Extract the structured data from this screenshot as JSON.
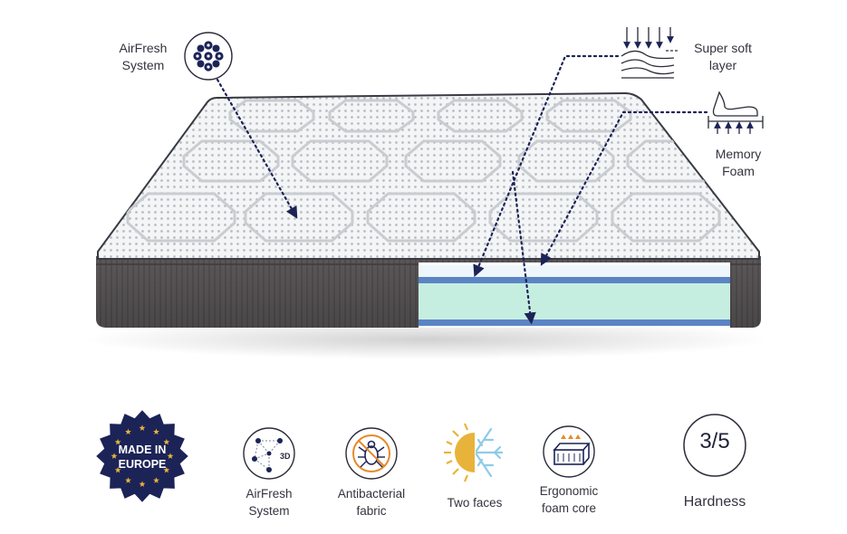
{
  "callouts": {
    "airfresh": {
      "line1": "AirFresh",
      "line2": "System"
    },
    "super_soft": {
      "line1": "Super soft",
      "line2": "layer"
    },
    "memory_foam": {
      "line1": "Memory",
      "line2": "Foam"
    }
  },
  "badge": {
    "line1": "MADE IN",
    "line2": "EUROPE"
  },
  "features": [
    {
      "line1": "AirFresh",
      "line2": "System",
      "icon": "airfresh-3d-icon",
      "icon_text": "3D"
    },
    {
      "line1": "Antibacterial",
      "line2": "fabric",
      "icon": "antibacterial-icon"
    },
    {
      "line1": "Two faces",
      "line2": "",
      "icon": "sun-snowflake-icon"
    },
    {
      "line1": "Ergonomic",
      "line2": "foam core",
      "icon": "foam-core-icon"
    }
  ],
  "hardness": {
    "value": "3/5",
    "label": "Hardness"
  },
  "colors": {
    "navy": "#1c2357",
    "accent_blue": "#5b84c4",
    "mint": "#c6eee0",
    "gold": "#e8b33a",
    "ice": "#8ecbe8",
    "orange": "#e58a2c",
    "mattress_side": "#5a5657",
    "mattress_top": "#eef0f1"
  }
}
